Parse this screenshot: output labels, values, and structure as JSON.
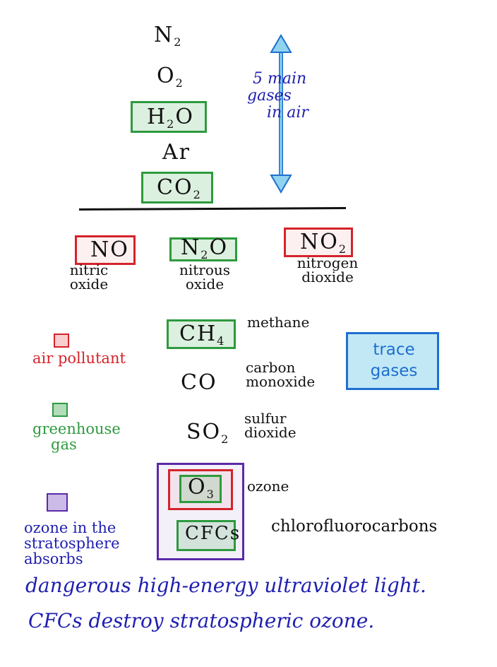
{
  "main_gases": {
    "items": [
      {
        "base": "N",
        "sub": "2"
      },
      {
        "base": "O",
        "sub": "2"
      },
      {
        "base": "H",
        "sub": "2",
        "rest": "O"
      },
      {
        "base": "Ar",
        "sub": ""
      },
      {
        "base": "CO",
        "sub": "2"
      }
    ],
    "arrow_label": [
      "5 main",
      "gases",
      "in air"
    ]
  },
  "nitrogen_oxides": [
    {
      "formula_base": "NO",
      "formula_sub": "",
      "name_lines": [
        "nitric",
        "oxide"
      ]
    },
    {
      "formula_base": "N",
      "formula_sub": "2",
      "formula_rest": "O",
      "name_lines": [
        "nitrous",
        "oxide"
      ]
    },
    {
      "formula_base": "NO",
      "formula_sub": "2",
      "name_lines": [
        "nitrogen",
        "dioxide"
      ]
    }
  ],
  "other_gases": [
    {
      "formula_base": "CH",
      "formula_sub": "4",
      "name_lines": [
        "methane"
      ]
    },
    {
      "formula_base": "CO",
      "formula_sub": "",
      "name_lines": [
        "carbon",
        "monoxide"
      ]
    },
    {
      "formula_base": "SO",
      "formula_sub": "2",
      "name_lines": [
        "sulfur",
        "dioxide"
      ]
    },
    {
      "formula_base": "O",
      "formula_sub": "3",
      "name_lines": [
        "ozone"
      ]
    },
    {
      "formula_base": "CFCs",
      "formula_sub": "",
      "name_lines": [
        "chlorofluorocarbons"
      ]
    }
  ],
  "trace_gases_label": [
    "trace",
    "gases"
  ],
  "legend": {
    "air_pollutant": "air pollutant",
    "greenhouse_gas": [
      "greenhouse",
      "gas"
    ],
    "ozone_strat": [
      "ozone in the",
      "stratosphere",
      "absorbs"
    ]
  },
  "notes": [
    "dangerous high-energy ultraviolet light.",
    "CFCs destroy stratospheric ozone."
  ],
  "colors": {
    "air_pollutant": "#d4232b",
    "greenhouse_gas": "#2e9a3e",
    "ozone_layer": "#5a2aa8",
    "trace_gases": "#1e6fcf",
    "note_ink": "#1f1fb0"
  }
}
